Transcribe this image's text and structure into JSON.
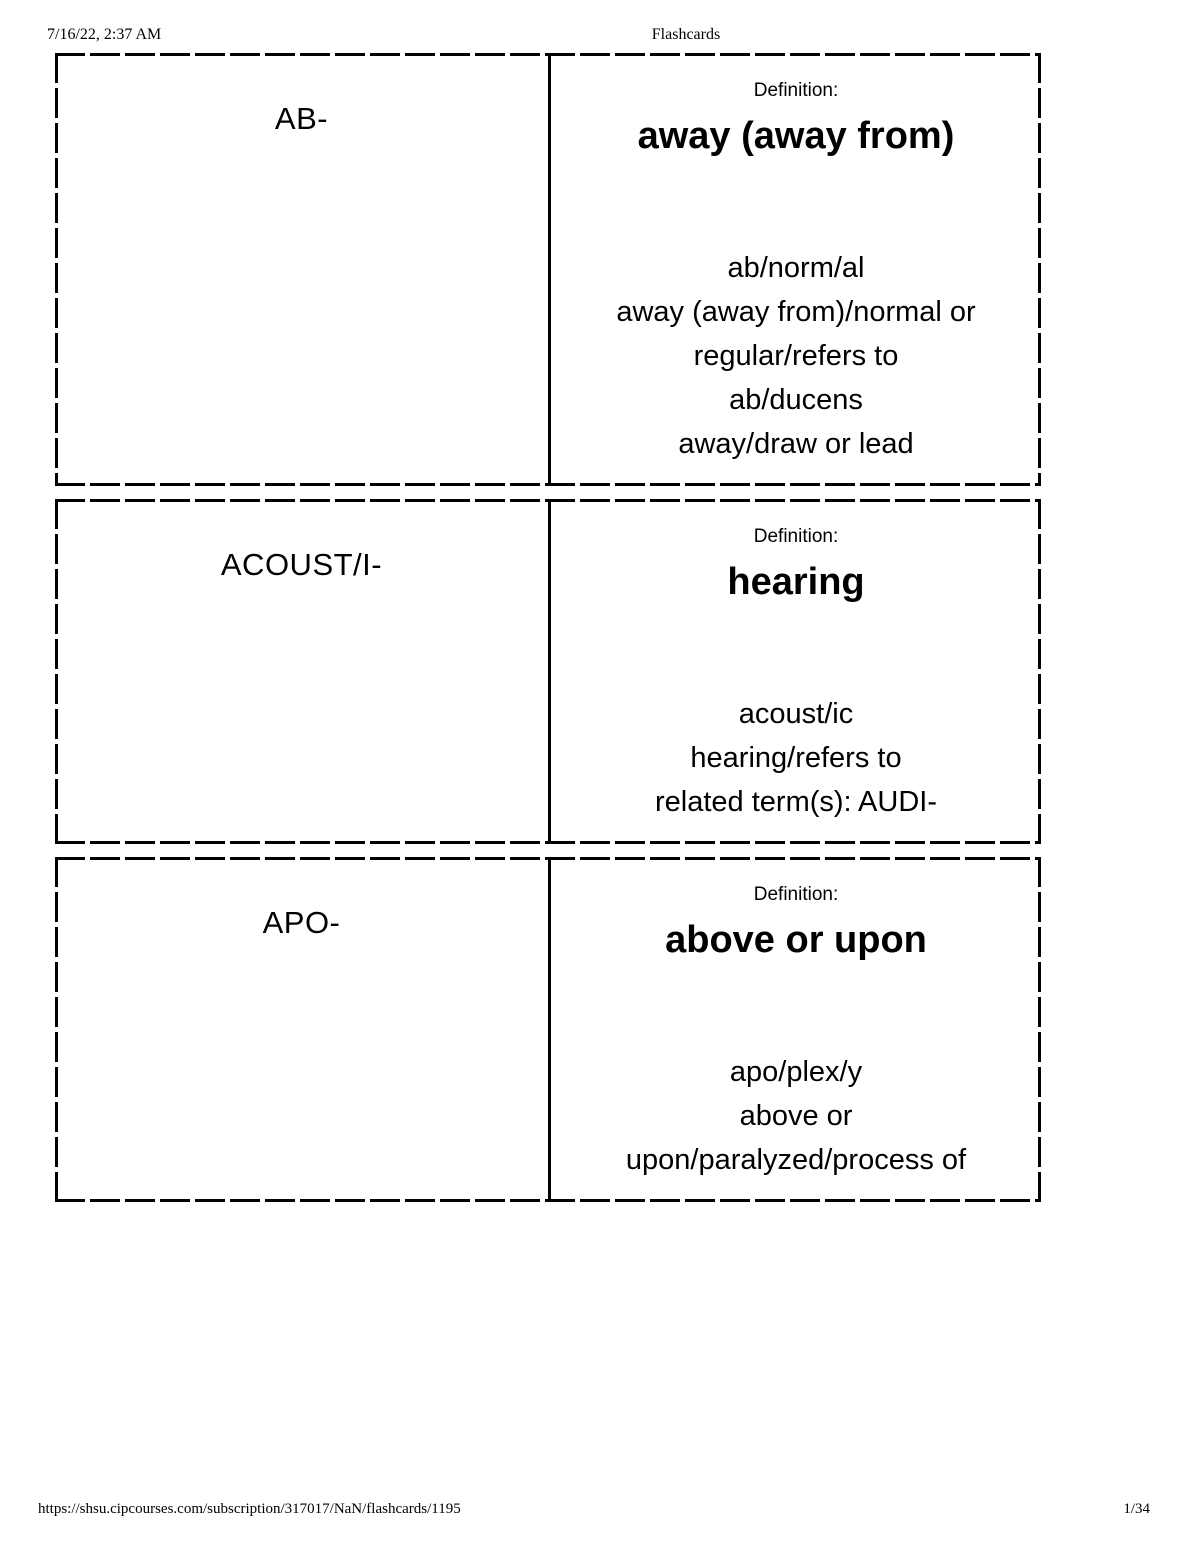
{
  "header": {
    "datetime": "7/16/22, 2:37 AM",
    "title": "Flashcards"
  },
  "footer": {
    "url": "https://shsu.cipcourses.com/subscription/317017/NaN/flashcards/1195",
    "page": "1/34"
  },
  "cards": [
    {
      "term": "AB-",
      "definition_label": "Definition:",
      "definition": "away (away from)",
      "examples": [
        "ab/norm/al",
        "away (away from)/normal or",
        "regular/refers to",
        "ab/ducens",
        "away/draw or lead"
      ]
    },
    {
      "term": "ACOUST/I-",
      "definition_label": "Definition:",
      "definition": "hearing",
      "examples": [
        "acoust/ic",
        "hearing/refers to",
        "related term(s): AUDI-"
      ]
    },
    {
      "term": "APO-",
      "definition_label": "Definition:",
      "definition": "above or upon",
      "examples": [
        "apo/plex/y",
        "above or",
        "upon/paralyzed/process of"
      ]
    }
  ]
}
